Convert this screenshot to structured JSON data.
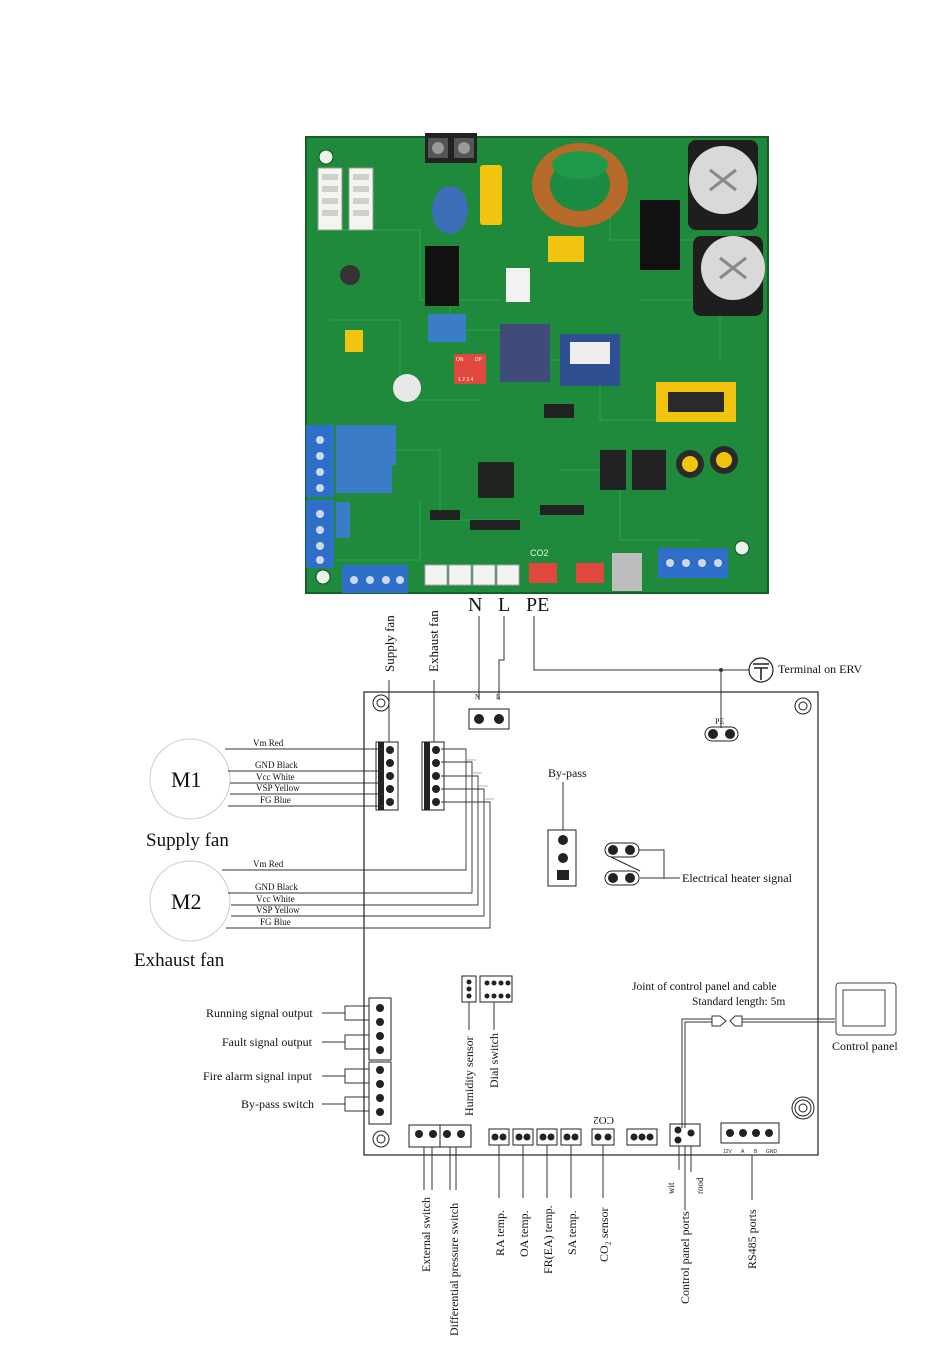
{
  "top_terminals": [
    "N",
    "L",
    "PE"
  ],
  "fans": {
    "supply_fan_label": "Supply fan",
    "exhaust_fan_label": "Exhaust fan",
    "motor1": "M1",
    "motor2": "M2",
    "supply_caption": "Supply fan",
    "exhaust_caption": "Exhaust fan",
    "m1_wires": [
      "Vm Red",
      "GND Black",
      "Vcc White",
      "VSP Yellow",
      "FG  Blue"
    ],
    "m2_wires": [
      "Vm Red",
      "GND Black",
      "Vcc White",
      "VSP Yellow",
      "FG  Blue"
    ]
  },
  "board": {
    "power_n": "N",
    "power_l": "L",
    "terminal_on_erv": "Terminal on ERV",
    "pe_label": "PE",
    "bypass": "By-pass",
    "electrical_heater": "Electrical heater signal",
    "humidity_sensor": "Humidity sensor",
    "dial_switch": "Dial switch",
    "joint_line1": "Joint of control panel and cable",
    "joint_line2": "Standard length: 5m",
    "control_panel": "Control panel",
    "co2_print": "CO2",
    "wit": "wit",
    "rood": "rood",
    "rs485_pins": [
      "12V",
      "A",
      "B",
      "GND"
    ]
  },
  "left_io": [
    "Running signal output",
    "Fault signal output",
    "Fire alarm signal input",
    "By-pass switch"
  ],
  "bottom_ports": [
    "External switch",
    "Differential pressure switch",
    "RA temp.",
    "OA temp.",
    "FR(EA) temp.",
    "SA temp.",
    "CO₂ sensor",
    "Control panel ports",
    "RS485 ports"
  ],
  "pcb_print": {
    "dip_on": "ON",
    "dip_dp": "DP",
    "dip_nums": "1 2 3 4",
    "co2": "CO2"
  },
  "colors": {
    "pcb_green": "#1f8a3b",
    "relay_blue": "#3a7cc6",
    "terminal_blue": "#2f6fc9",
    "capacitor_yellow": "#f1c40f",
    "connector_red": "#e0483d"
  }
}
